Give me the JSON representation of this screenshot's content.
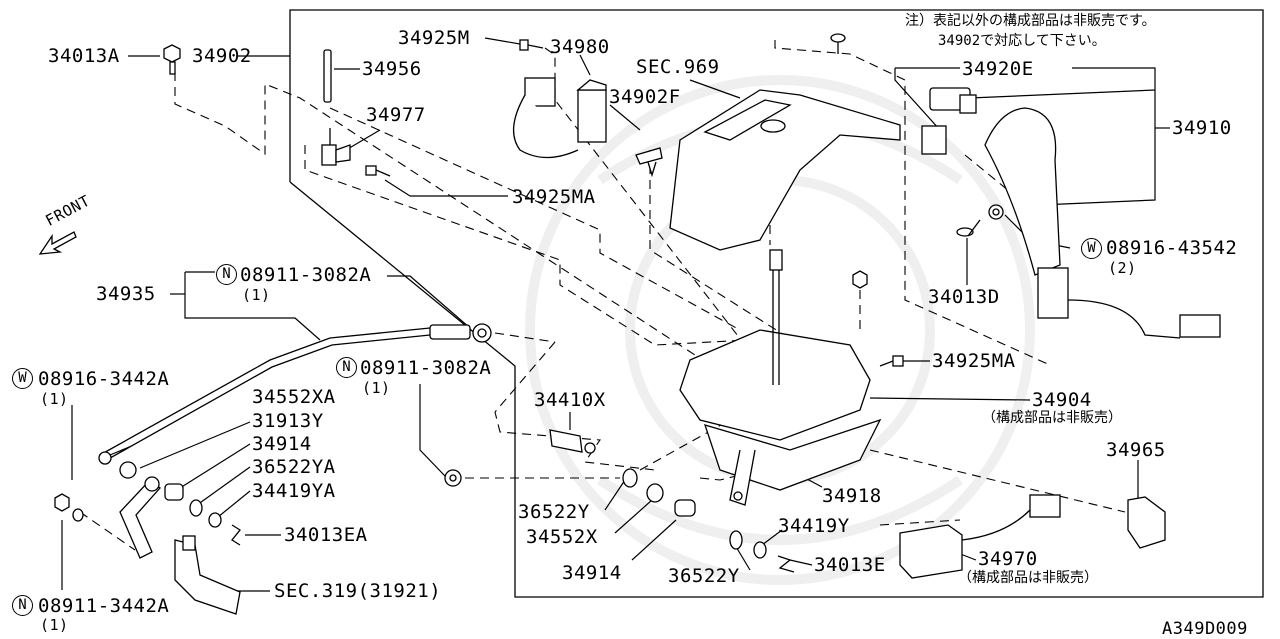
{
  "diagram": {
    "code": "A349D009",
    "direction": "FRONT",
    "note_line1": "注）表記以外の構成部品は非販売です。",
    "note_line2": "34902で対応して下さい。",
    "not_sold": "（構成部品は非販売）"
  },
  "labels": {
    "p34013A": "34013A",
    "p34902": "34902",
    "p34956": "34956",
    "p34977": "34977",
    "p34925M": "34925M",
    "p34980": "34980",
    "sec969": "SEC.969",
    "p34902F": "34902F",
    "p34925MA_top": "34925MA",
    "p34920E": "34920E",
    "p34910": "34910",
    "w08916_43542": "08916-43542",
    "qty2": "(2)",
    "p34013D": "34013D",
    "p34935": "34935",
    "n08911_3082A_top": "08911-3082A",
    "qty1_a": "(1)",
    "n08911_3082A_mid": "08911-3082A",
    "qty1_b": "(1)",
    "w08916_3442A": "08916-3442A",
    "qty1_c": "(1)",
    "p34552XA": "34552XA",
    "p31913Y": "31913Y",
    "p34914_left": "34914",
    "p36522YA": "36522YA",
    "p34419YA": "34419YA",
    "p34013EA": "34013EA",
    "sec319": "SEC.319(31921)",
    "n08911_3442A": "08911-3442A",
    "qty1_d": "(1)",
    "p34410X": "34410X",
    "p36522Y_left": "36522Y",
    "p34552X": "34552X",
    "p34914_bottom": "34914",
    "p36522Y_bottom": "36522Y",
    "p34419Y": "34419Y",
    "p34013E": "34013E",
    "p34925MA_right": "34925MA",
    "p34904": "34904",
    "p34918": "34918",
    "p34965": "34965",
    "p34970": "34970",
    "circ_W": "W",
    "circ_N": "N"
  }
}
